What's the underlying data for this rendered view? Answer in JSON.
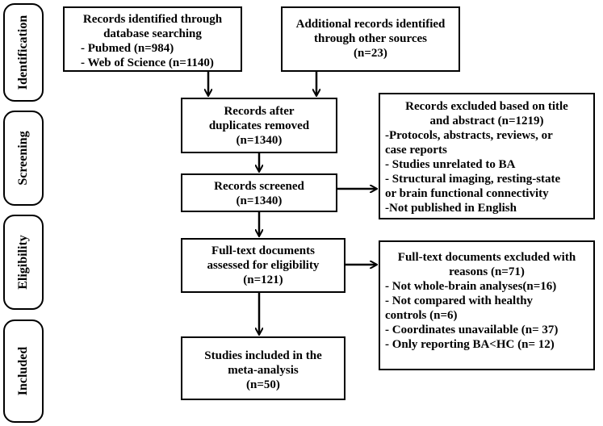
{
  "phases": {
    "identification": "Identification",
    "screening": "Screening",
    "eligibility": "Eligibility",
    "included": "Included"
  },
  "boxes": {
    "database_search": {
      "title_line1": "Records identified through",
      "title_line2": "database searching",
      "items": [
        "- Pubmed (n=984)",
        "- Web of Science (n=1140)"
      ]
    },
    "other_sources": {
      "line1": "Additional records identified",
      "line2": "through other sources",
      "count": "(n=23)"
    },
    "duplicates_removed": {
      "line1": "Records after",
      "line2": "duplicates removed",
      "count": "(n=1340)"
    },
    "screened": {
      "line1": "Records screened",
      "count": "(n=1340)"
    },
    "excluded_title_abstract": {
      "title_line1": "Records excluded based on title",
      "title_line2": "and abstract  (n=1219)",
      "items": [
        "-Protocols, abstracts, reviews, or",
        "case reports",
        "- Studies unrelated to BA",
        "- Structural imaging, resting-state",
        "or brain functional connectivity",
        "-Not published in English"
      ]
    },
    "fulltext_assessed": {
      "line1": "Full-text documents",
      "line2": "assessed for eligibility",
      "count": "(n=121)"
    },
    "fulltext_excluded": {
      "title_line1": "Full-text documents excluded with",
      "title_line2": "reasons (n=71)",
      "items": [
        "- Not whole-brain analyses(n=16)",
        "- Not compared with healthy",
        "controls (n=6)",
        "- Coordinates unavailable (n= 37)",
        "- Only reporting BA<HC (n= 12)"
      ]
    },
    "included_studies": {
      "line1": "Studies included in the",
      "line2": "meta-analysis",
      "count": "(n=50)"
    }
  }
}
